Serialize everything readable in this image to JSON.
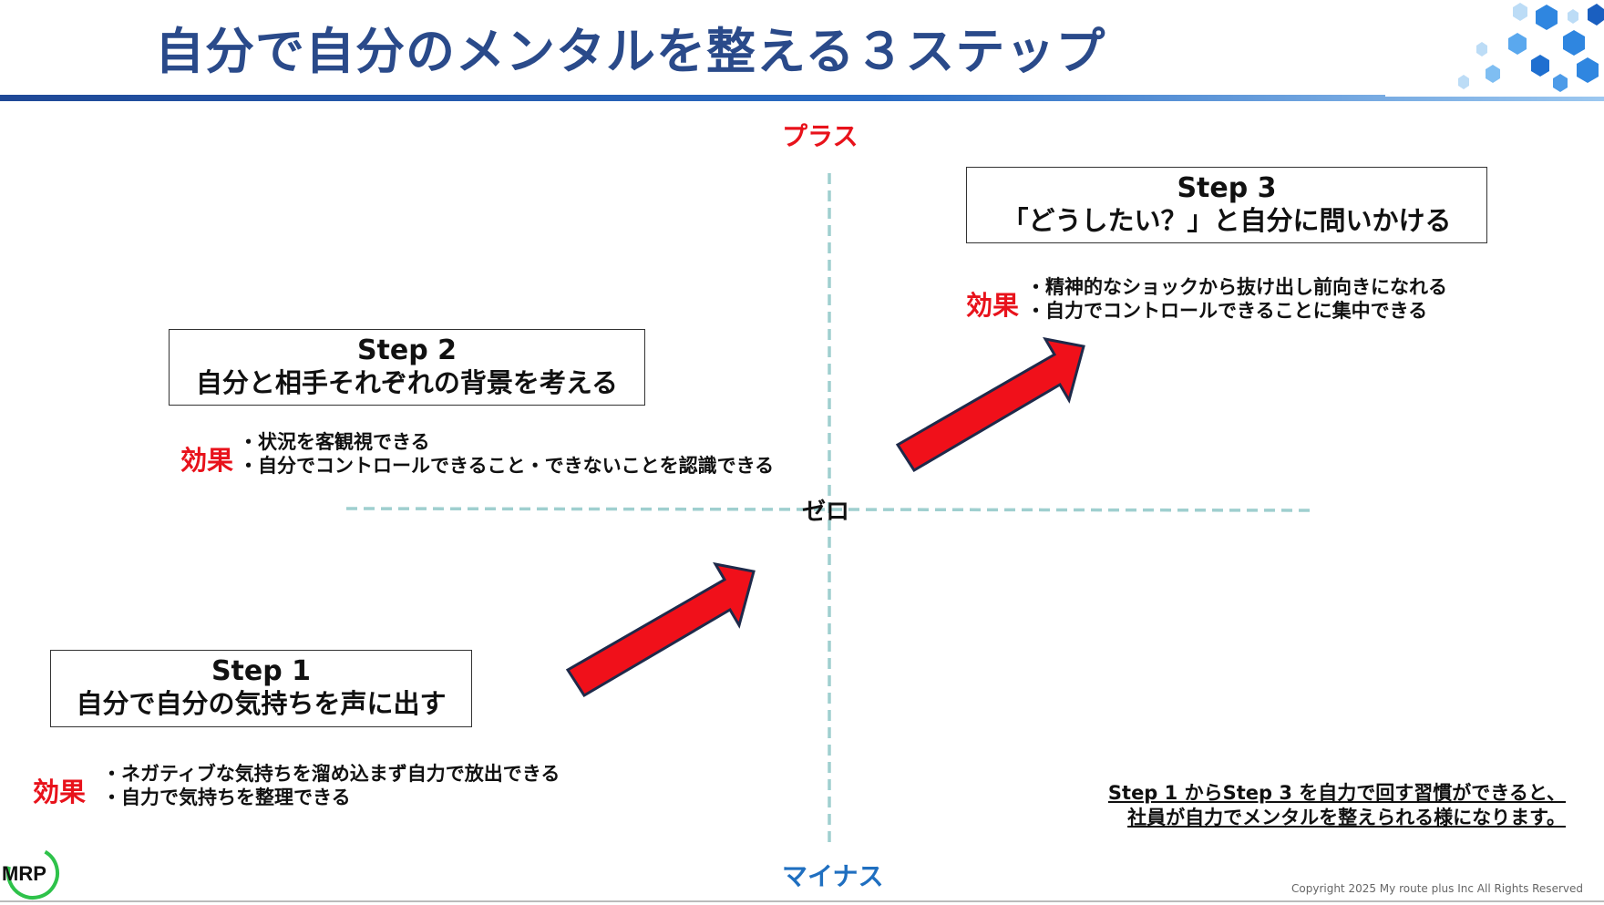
{
  "title": "自分で自分のメンタルを整える３ステップ",
  "axis": {
    "plus": "プラス",
    "minus": "マイナス",
    "zero": "ゼロ",
    "plus_color": "#e8121b",
    "minus_color": "#1f6fc0",
    "line_color": "#9fcfcf"
  },
  "steps": [
    {
      "title": "Step 1",
      "text": "自分で自分の気持ちを声に出す",
      "effect_label": "効果",
      "effects": [
        "・ネガティブな気持ちを溜め込まず自力で放出できる",
        "・自力で気持ちを整理できる"
      ]
    },
    {
      "title": "Step 2",
      "text": "自分と相手それぞれの背景を考える",
      "effect_label": "効果",
      "effects": [
        "・状況を客観視できる",
        "・自分でコントロールできること・できないことを認識できる"
      ]
    },
    {
      "title": "Step 3",
      "text": "「どうしたい？」と自分に問いかける",
      "effect_label": "効果",
      "effects": [
        "・精神的なショックから抜け出し前向きになれる",
        "・自力でコントロールできることに集中できる"
      ]
    }
  ],
  "summary": {
    "line1": "Step 1 からStep 3 を自力で回す習慣ができると、",
    "line2": "社員が自力でメンタルを整えられる様になります。"
  },
  "logo": {
    "text": "MRP",
    "ring_color": "#2ec24a"
  },
  "copyright": "Copyright 2025 My route plus Inc All Rights Reserved",
  "colors": {
    "title": "#2a4a8a",
    "arrow_fill": "#f0101a",
    "arrow_stroke": "#1e2a4a",
    "effect_label": "#e8121b"
  }
}
